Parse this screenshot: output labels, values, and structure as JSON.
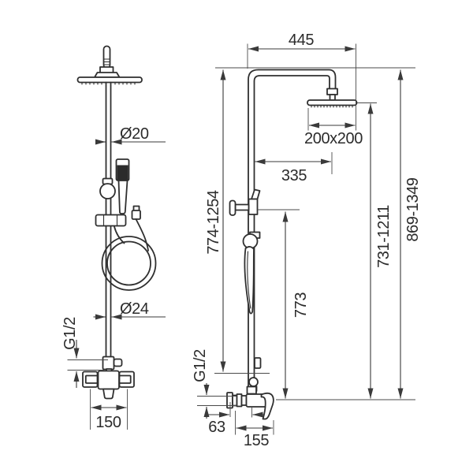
{
  "title": "Shower column set technical drawing, front and side views with dimensions",
  "colors": {
    "line": "#2f2f2f",
    "dimension_line": "#3a3a3a",
    "text": "#2b2b2b",
    "background": "#ffffff",
    "handshower_fill": "#2b2b2b"
  },
  "front_view": {
    "labels": {
      "pipe_diameter_top": "Ø20",
      "pipe_diameter_bottom": "Ø24",
      "inlet_thread": "G1/2",
      "handle_spacing": "150"
    }
  },
  "side_view": {
    "labels": {
      "arm_width": "445",
      "head_size": "200x200",
      "head_offset": "335",
      "column_height": "774-1254",
      "holder_height": "773",
      "head_height": "731-1211",
      "total_height": "869-1349",
      "inlet_thread": "G1/2",
      "wall_offset": "63",
      "mixer_depth": "155"
    }
  }
}
